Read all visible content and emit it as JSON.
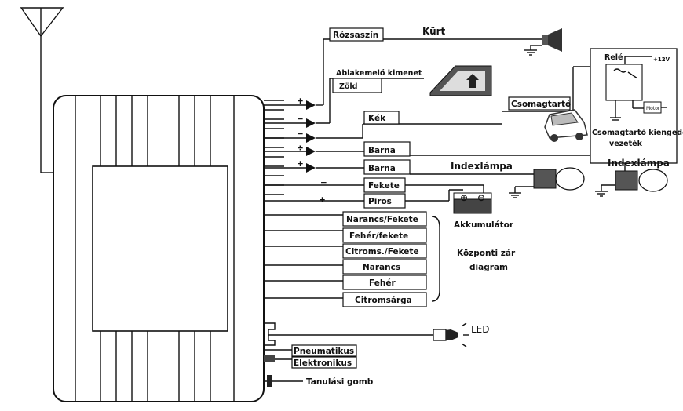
{
  "labels": {
    "horn_wire": "Rózsaszín",
    "horn": "Kürt",
    "window_output": "Ablakemelő kimenet",
    "window_wire": "Zöld",
    "trunk": "Csomagtartó",
    "trunk_wire": "Kék",
    "relay": "Relé",
    "relay_voltage": "+12V",
    "motor": "Motor",
    "trunk_release": "Csomagtartó kiengedő",
    "trunk_release_2": "vezeték",
    "brown_1": "Barna",
    "brown_2": "Barna",
    "indicator_1": "Indexlámpa",
    "indicator_2": "Indexlámpa",
    "black": "Fekete",
    "red": "Piros",
    "battery": "Akkumulátor",
    "battery_plus": "⊕",
    "battery_minus": "⊖",
    "led": "LED",
    "pneumatic": "Pneumatikus",
    "electronic": "Elektronikus",
    "learn_button": "Tanulási gomb",
    "central_lock_1": "Központi zár",
    "central_lock_2": "diagram"
  },
  "signs": {
    "plus_1": "+",
    "minus_1": "−",
    "minus_2": "−",
    "plus_2": "÷",
    "plus_3": "+",
    "black_sign": "−",
    "red_sign": "+"
  },
  "central_lock_wires": [
    "Narancs/Fekete",
    "Fehér/fekete",
    "Citroms./Fekete",
    "Narancs",
    "Fehér",
    "Citromsárga"
  ]
}
